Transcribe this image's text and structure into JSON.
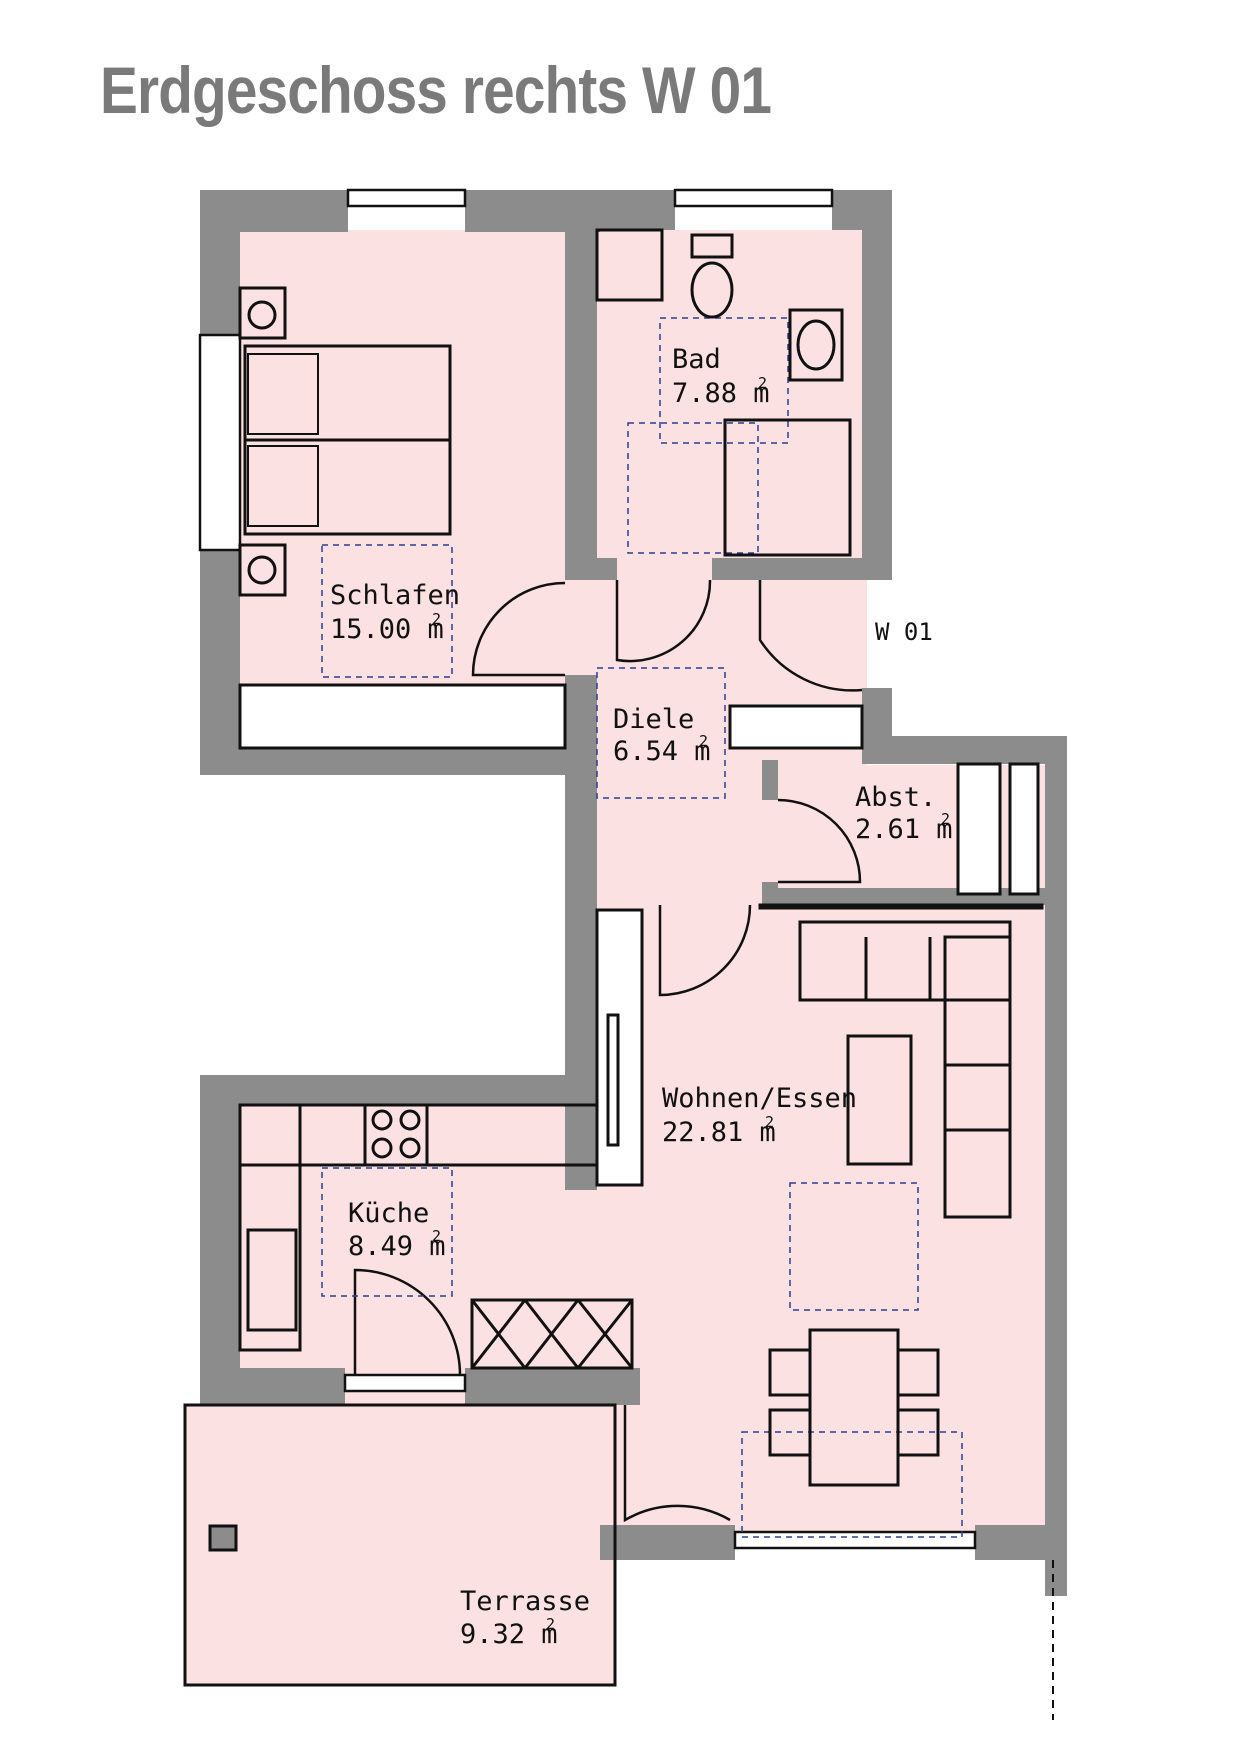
{
  "title": "Erdgeschoss rechts W 01",
  "unit_label": "W 01",
  "colors": {
    "floor": "#fbe1e2",
    "wall": "#8c8c8c",
    "line": "#111111",
    "zone": "#2b3f8f"
  },
  "rooms": [
    {
      "id": "schlafen",
      "name": "Schlafen",
      "area": "15.00 m",
      "sup": "2"
    },
    {
      "id": "bad",
      "name": "Bad",
      "area": "7.88 m",
      "sup": "2"
    },
    {
      "id": "diele",
      "name": "Diele",
      "area": "6.54 m",
      "sup": "2"
    },
    {
      "id": "abst",
      "name": "Abst.",
      "area": "2.61 m",
      "sup": "2"
    },
    {
      "id": "wohnen",
      "name": "Wohnen/Essen",
      "area": "22.81 m",
      "sup": "2"
    },
    {
      "id": "kueche",
      "name": "Küche",
      "area": "8.49 m",
      "sup": "2"
    },
    {
      "id": "terrasse",
      "name": "Terrasse",
      "area": "9.32 m",
      "sup": "2"
    }
  ]
}
